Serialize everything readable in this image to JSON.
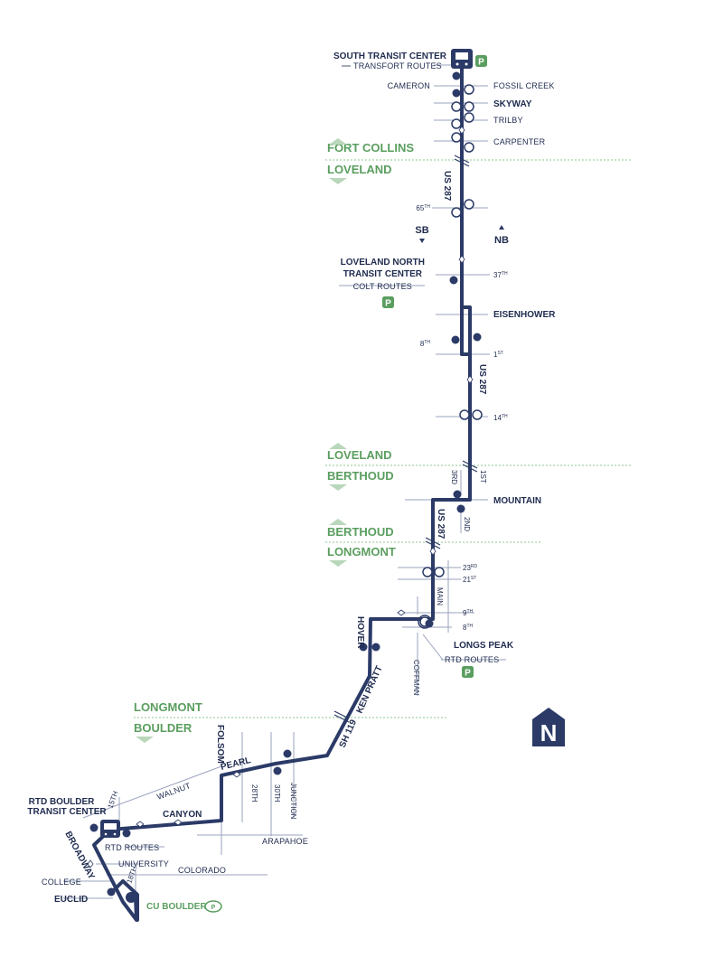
{
  "colors": {
    "route": "#2b3a67",
    "street": "#9aa3bd",
    "city_label": "#5a9e5f",
    "boundary": "#8cc68f",
    "park": "#5a9e5f"
  },
  "stations": {
    "south": {
      "name": "SOUTH TRANSIT CENTER",
      "sub": "TRANSFORT ROUTES"
    },
    "loveland_north": {
      "name_line1": "LOVELAND NORTH",
      "name_line2": "TRANSIT CENTER",
      "sub": "COLT ROUTES"
    },
    "longs_peak": {
      "name": "LONGS PEAK",
      "sub": "RTD ROUTES"
    },
    "rtd_boulder": {
      "name_line1": "RTD BOULDER",
      "name_line2": "TRANSIT CENTER",
      "sub": "RTD ROUTES"
    },
    "cu_boulder": {
      "name": "CU BOULDER"
    },
    "park_symbol": "P"
  },
  "stops": {
    "cameron": "CAMERON",
    "fossil_creek": "FOSSIL CREEK",
    "skyway": "SKYWAY",
    "trilby": "TRILBY",
    "carpenter": "CARPENTER",
    "sixty_fifth": "65",
    "sixty_fifth_sup": "TH",
    "thirty_seventh": "37",
    "thirty_seventh_sup": "TH",
    "eisenhower": "EISENHOWER",
    "eighth": "8",
    "eighth_sup": "TH",
    "first": "1",
    "first_sup": "ST",
    "fourteenth": "14",
    "fourteenth_sup": "TH",
    "mountain": "MOUNTAIN",
    "twenty_third": "23",
    "twenty_third_sup": "RD",
    "twenty_first": "21",
    "twenty_first_sup": "ST",
    "ninth": "9",
    "ninth_sup": "TH",
    "eighth_lm": "8",
    "eighth_lm_sup": "TH",
    "euclid": "EUCLID",
    "college": "COLLEGE",
    "university": "UNIVERSITY"
  },
  "cities": {
    "fort_collins": "FORT COLLINS",
    "loveland_1": "LOVELAND",
    "loveland_2": "LOVELAND",
    "berthoud_1": "BERTHOUD",
    "berthoud_2": "BERTHOUD",
    "longmont_1": "LONGMONT",
    "longmont_2": "LONGMONT",
    "boulder": "BOULDER"
  },
  "roads": {
    "us287_a": "US 287",
    "us287_b": "US 287",
    "us287_c": "US 287",
    "sh119": "SH 119",
    "ken_pratt": "KEN PRATT",
    "main": "MAIN",
    "coffman": "COFFMAN",
    "hover": "HOVER",
    "third": "3RD",
    "first_b": "1ST",
    "second": "2ND",
    "folsom": "FOLSOM",
    "pearl": "PEARL",
    "walnut": "WALNUT",
    "canyon": "CANYON",
    "arapahoe": "ARAPAHOE",
    "colorado": "COLORADO",
    "broadway": "BROADWAY",
    "junction": "JUNCTION",
    "twenty_eighth": "28TH",
    "thirtieth": "30TH",
    "fifteenth": "15TH",
    "eighteenth": "18TH"
  },
  "directions": {
    "sb": "SB",
    "nb": "NB"
  },
  "north_symbol": "N"
}
